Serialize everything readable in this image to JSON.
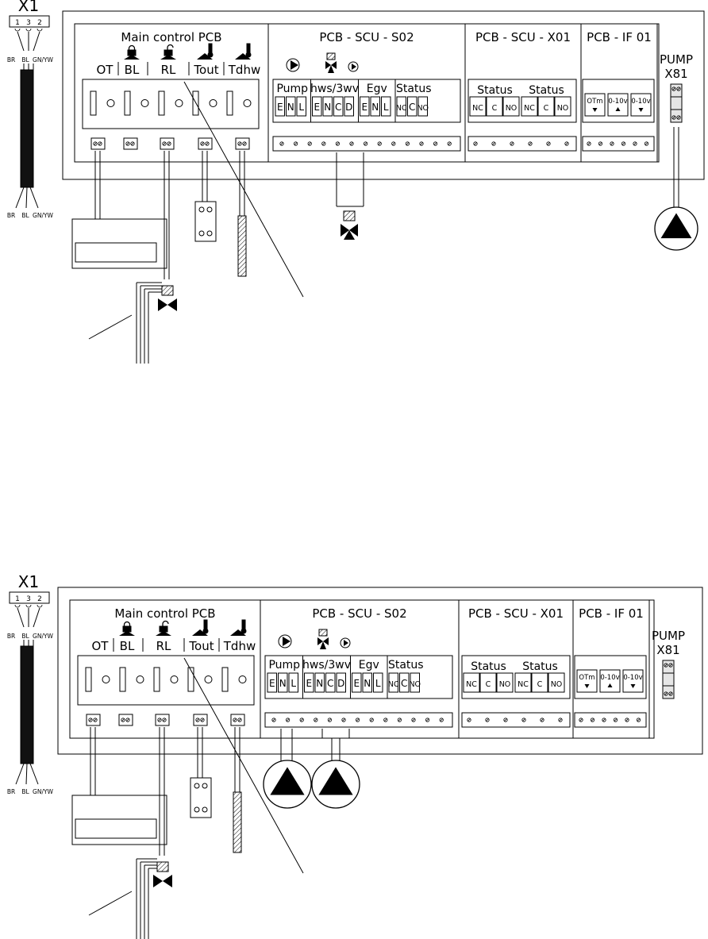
{
  "diagrams": [
    {
      "connector": {
        "name": "X1",
        "pins": [
          "1",
          "3",
          "2"
        ],
        "wires_top": [
          "BR",
          "BL",
          "GN/YW"
        ],
        "wires_bottom": [
          "BR",
          "BL",
          "GN/YW"
        ]
      },
      "main_pcb": {
        "title": "Main control PCB",
        "terminals": [
          "OT",
          "BL",
          "RL",
          "Tout",
          "Tdhw"
        ]
      },
      "scu_s02": {
        "title": "PCB - SCU - S02",
        "groups": [
          {
            "label": "Pump",
            "pins": [
              "E",
              "N",
              "L"
            ]
          },
          {
            "label": "hws/3wv",
            "pins": [
              "E",
              "N",
              "C",
              "D"
            ]
          },
          {
            "label": "Egv",
            "pins": [
              "E",
              "N",
              "L"
            ]
          },
          {
            "label": "Status",
            "pins": [
              "NC",
              "C",
              "NO"
            ]
          }
        ]
      },
      "scu_x01": {
        "title": "PCB - SCU - X01",
        "groups": [
          {
            "label": "Status",
            "pins": [
              "NC",
              "C",
              "NO"
            ]
          },
          {
            "label": "Status",
            "pins": [
              "NC",
              "C",
              "NO"
            ]
          }
        ]
      },
      "if01": {
        "title": "PCB - IF 01",
        "pins": [
          {
            "label": "OTm",
            "arrow": "down"
          },
          {
            "label": "0-10v",
            "arrow": "up"
          },
          {
            "label": "0-10v",
            "arrow": "down"
          }
        ]
      },
      "pump": {
        "label": "PUMP",
        "sub": "X81"
      },
      "variant": "three-way-valve"
    },
    {
      "connector": {
        "name": "X1",
        "pins": [
          "1",
          "3",
          "2"
        ],
        "wires_top": [
          "BR",
          "BL",
          "GN/YW"
        ],
        "wires_bottom": [
          "BR",
          "BL",
          "GN/YW"
        ]
      },
      "main_pcb": {
        "title": "Main control PCB",
        "terminals": [
          "OT",
          "BL",
          "RL",
          "Tout",
          "Tdhw"
        ]
      },
      "scu_s02": {
        "title": "PCB - SCU - S02",
        "groups": [
          {
            "label": "Pump",
            "pins": [
              "E",
              "N",
              "L"
            ]
          },
          {
            "label": "hws/3wv",
            "pins": [
              "E",
              "N",
              "C",
              "D"
            ]
          },
          {
            "label": "Egv",
            "pins": [
              "E",
              "N",
              "L"
            ]
          },
          {
            "label": "Status",
            "pins": [
              "NC",
              "C",
              "NO"
            ]
          }
        ]
      },
      "scu_x01": {
        "title": "PCB - SCU - X01",
        "groups": [
          {
            "label": "Status",
            "pins": [
              "NC",
              "C",
              "NO"
            ]
          },
          {
            "label": "Status",
            "pins": [
              "NC",
              "C",
              "NO"
            ]
          }
        ]
      },
      "if01": {
        "title": "PCB - IF 01",
        "pins": [
          {
            "label": "OTm",
            "arrow": "down"
          },
          {
            "label": "0-10v",
            "arrow": "up"
          },
          {
            "label": "0-10v",
            "arrow": "down"
          }
        ]
      },
      "pump": {
        "label": "PUMP",
        "sub": "X81"
      },
      "variant": "two-pumps"
    }
  ]
}
